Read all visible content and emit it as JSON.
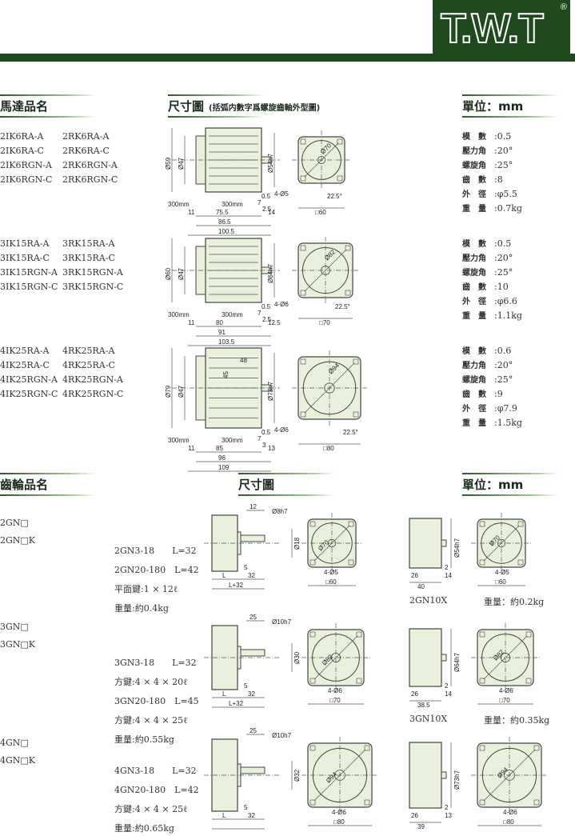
{
  "brand": {
    "logo": "T.W.T",
    "registered": "®"
  },
  "motor_section": {
    "name_header": "馬達品名",
    "dim_header": "尺寸圖",
    "dim_note": "(括弧内數字爲螺旋齒軸外型圖)",
    "unit_header": "單位：mm",
    "groups": [
      {
        "models": [
          "2IK6RA-A",
          "2IK6RA-C",
          "2IK6RGN-A",
          "2IK6RGN-C"
        ],
        "models_rk": [
          "2RK6RA-A",
          "2RK6RA-C",
          "2RK6RGN-A",
          "2RK6RGN-C"
        ],
        "dims": {
          "body": "Ø59",
          "inner": "Ø47",
          "pilot": "Ø54h7",
          "lead1": "300mm",
          "lead2": "300mm",
          "len1": "75.5",
          "len2": "86.5",
          "len3": "100.5",
          "flange": "11",
          "shaft": "14",
          "holes": "4-Ø5",
          "pcd": "Ø70",
          "angle": "22.5°",
          "square": "□60",
          "a": "0.5",
          "b": "7",
          "c": "2.5"
        },
        "specs": [
          {
            "k": "模　數",
            "v": "0.5"
          },
          {
            "k": "壓力角",
            "v": "20°"
          },
          {
            "k": "螺旋角",
            "v": "25°"
          },
          {
            "k": "齒　數",
            "v": "8"
          },
          {
            "k": "外　徑",
            "v": "φ5.5"
          },
          {
            "k": "重　量",
            "v": "0.7kg"
          }
        ]
      },
      {
        "models": [
          "3IK15RA-A",
          "3IK15RA-C",
          "3IK15RGN-A",
          "3IK15RGN-C"
        ],
        "models_rk": [
          "3RK15RA-A",
          "3RK15RA-C",
          "3RK15RGN-A",
          "3RK15RGN-C"
        ],
        "dims": {
          "body": "Ø60",
          "inner": "Ø47",
          "pilot": "Ø64h7",
          "lead1": "300mm",
          "lead2": "300mm",
          "len1": "80",
          "len2": "91",
          "len3": "103.5",
          "flange": "11",
          "shaft": "12.5",
          "holes": "4-Ø6",
          "pcd": "Ø82",
          "angle": "22.5°",
          "square": "□70",
          "a": "0.5",
          "b": "7",
          "c": "2.5"
        },
        "specs": [
          {
            "k": "模　數",
            "v": "0.5"
          },
          {
            "k": "壓力角",
            "v": "20°"
          },
          {
            "k": "螺旋角",
            "v": "25°"
          },
          {
            "k": "齒　數",
            "v": "10"
          },
          {
            "k": "外　徑",
            "v": "φ6.6"
          },
          {
            "k": "重　量",
            "v": "1.1kg"
          }
        ]
      },
      {
        "models": [
          "4IK25RA-A",
          "4IK25RA-C",
          "4IK25RGN-A",
          "4IK25RGN-C"
        ],
        "models_rk": [
          "4RK25RA-A",
          "4RK25RA-C",
          "4RK25RGN-A",
          "4RK25RGN-C"
        ],
        "dims": {
          "body": "Ø79",
          "inner": "Ø47",
          "pilot": "Ø73h7",
          "lead1": "300mm",
          "lead2": "300mm",
          "len1": "85",
          "len2": "96",
          "len3": "109",
          "flange": "11",
          "shaft": "13",
          "holes": "4-Ø6",
          "pcd": "Ø94",
          "angle": "22.5°",
          "square": "□80",
          "a": "0.5",
          "b": "7",
          "c": "3",
          "box": "48",
          "boxh": "45"
        },
        "specs": [
          {
            "k": "模　數",
            "v": "0.6"
          },
          {
            "k": "壓力角",
            "v": "20°"
          },
          {
            "k": "螺旋角",
            "v": "25°"
          },
          {
            "k": "齒　數",
            "v": "9"
          },
          {
            "k": "外　徑",
            "v": "φ7.9"
          },
          {
            "k": "重　量",
            "v": "1.5kg"
          }
        ]
      }
    ]
  },
  "gear_section": {
    "name_header": "齒輪品名",
    "dim_header": "尺寸圖",
    "unit_header": "單位：mm",
    "groups": [
      {
        "models": [
          "2GN□",
          "2GN□K"
        ],
        "specs": [
          "2GN3-18　　L=32",
          "2GN20-180　L=42",
          "平面鍵:1 × 12ℓ",
          "重量:約0.4kg"
        ],
        "dims": {
          "shaftlen": "12",
          "shaftd": "Ø8h7",
          "boss": "Ø18",
          "pcd": "Ø70",
          "holes": "4-Ø5",
          "square": "□60",
          "L": "L",
          "s32": "32",
          "total": "L+32",
          "five": "5"
        },
        "decimal": {
          "caption": "2GN10X",
          "weight": "重量：約0.2kg",
          "pilot": "Ø54h7",
          "w": "26",
          "t": "40",
          "p": "2",
          "q": "14",
          "pcd": "Ø70",
          "holes": "4-Ø5",
          "square": "□60"
        }
      },
      {
        "models": [
          "3GN□",
          "3GN□K"
        ],
        "specs": [
          "3GN3-18　　L=32",
          "方鍵:4 × 4 × 20ℓ",
          "3GN20-180　L=45",
          "方鍵:4 × 4 × 25ℓ",
          "重量:約0.55kg"
        ],
        "dims": {
          "shaftlen": "25",
          "shaftd": "Ø10h7",
          "boss": "Ø30",
          "pcd": "Ø82",
          "holes": "4-Ø6",
          "square": "□70",
          "L": "L",
          "s32": "32",
          "total": "L+32",
          "five": "5"
        },
        "decimal": {
          "caption": "3GN10X",
          "weight": "重量：約0.35kg",
          "pilot": "Ø64h7",
          "w": "26",
          "t": "38.5",
          "p": "2",
          "q": "14",
          "pcd": "Ø82",
          "holes": "4-Ø6",
          "square": "□70"
        }
      },
      {
        "models": [
          "4GN□",
          "4GN□K"
        ],
        "specs": [
          "4GN3-18　　L=32",
          "4GN20-180　L=42",
          "方鍵:4 × 4 × 25ℓ",
          "重量:約0.65kg"
        ],
        "dims": {
          "shaftlen": "25",
          "shaftd": "Ø10h7",
          "boss": "Ø32",
          "pcd": "Ø94",
          "holes": "4-Ø6",
          "square": "□80",
          "L": "L",
          "s32": "32",
          "total": "",
          "five": "5"
        },
        "decimal": {
          "caption": "",
          "weight": "",
          "pilot": "Ø73h7",
          "w": "26",
          "t": "39",
          "p": "2",
          "q": "13",
          "pcd": "Ø94",
          "holes": "4-Ø6",
          "square": "□80"
        }
      }
    ]
  },
  "colors": {
    "brand_green": "#1f4a1f",
    "part_fill": "#e9f1dd"
  }
}
